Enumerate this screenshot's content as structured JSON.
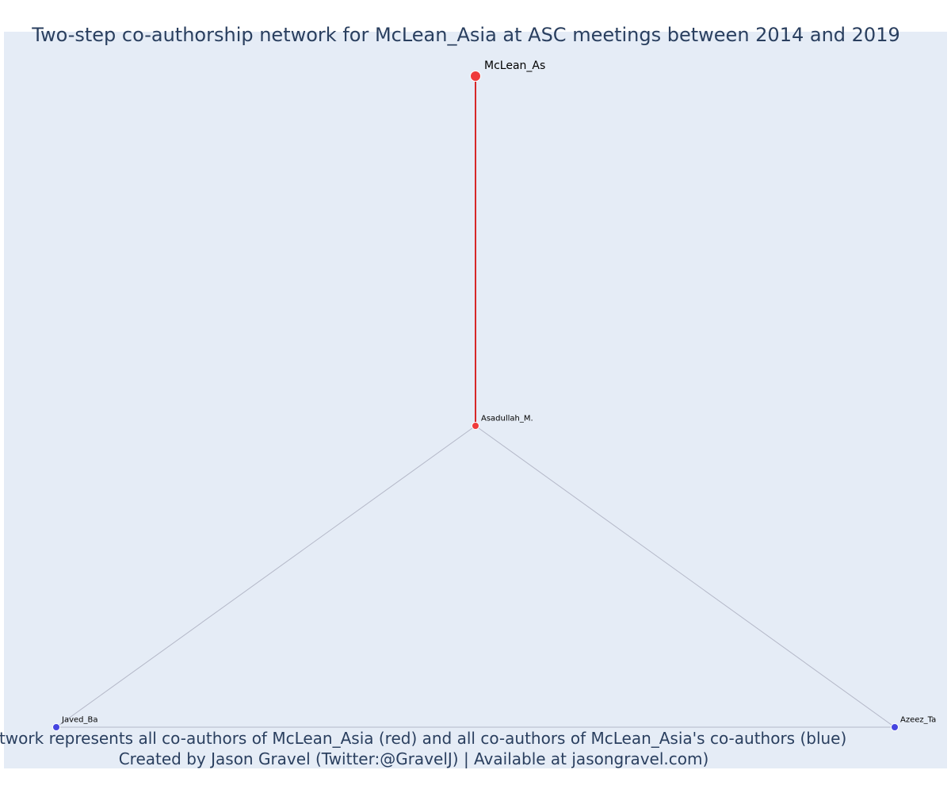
{
  "title": "Two-step co-authorship network for McLean_Asia at ASC meetings between 2014 and 2019",
  "caption": {
    "line1": "Network represents all co-authors of McLean_Asia (red) and all co-authors of McLean_Asia's co-authors (blue)",
    "line2": "Created by Jason Gravel (Twitter:@GravelJ) | Available at jasongravel.com)"
  },
  "colors": {
    "plot_background": "#e5ecf6",
    "red_node": "#ef3b3b",
    "blue_node": "#4545e0",
    "red_edge": "#d62728",
    "gray_edge": "#b4b8c8",
    "text": "#2a3f5f"
  },
  "nodes": [
    {
      "id": "mclean",
      "label": "McLean_As",
      "group": "red",
      "role": "focal"
    },
    {
      "id": "asadullah",
      "label": "Asadullah_M.",
      "group": "red",
      "role": "co-author"
    },
    {
      "id": "javed",
      "label": "Javed_Ba",
      "group": "blue",
      "role": "second-step"
    },
    {
      "id": "azeez",
      "label": "Azeez_Ta",
      "group": "blue",
      "role": "second-step"
    }
  ],
  "edges": [
    {
      "source": "mclean",
      "target": "asadullah",
      "style": "red"
    },
    {
      "source": "asadullah",
      "target": "javed",
      "style": "gray"
    },
    {
      "source": "asadullah",
      "target": "azeez",
      "style": "gray"
    },
    {
      "source": "javed",
      "target": "azeez",
      "style": "gray"
    }
  ]
}
